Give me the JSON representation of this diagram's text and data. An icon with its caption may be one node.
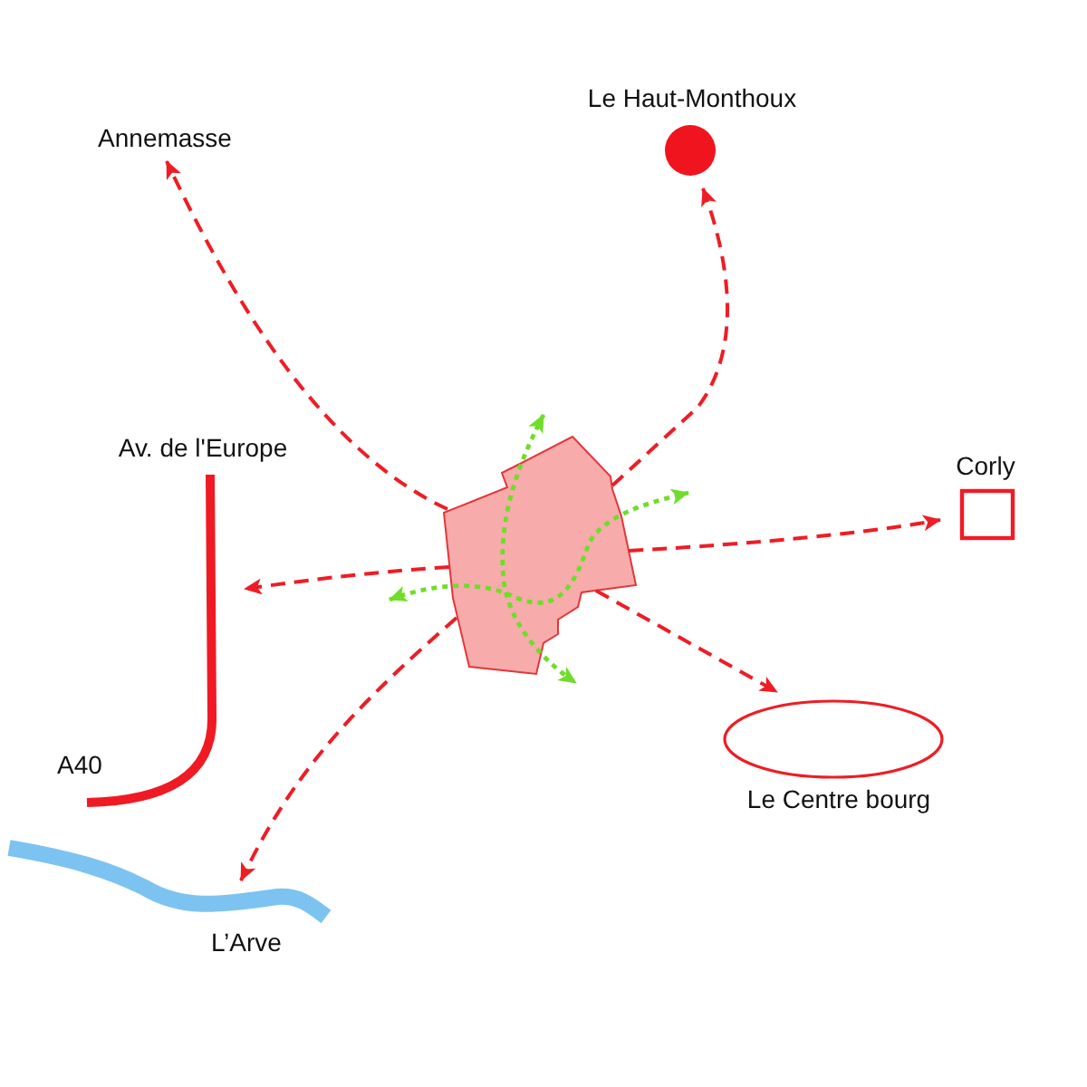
{
  "diagram": {
    "nodes": [
      {
        "text": [],
        "shape": "polygon"
      },
      {
        "text": [
          "Annemasse"
        ]
      },
      {
        "text": [
          "Le Haut-Monthoux"
        ]
      },
      {
        "text": [
          "Corly"
        ]
      },
      {
        "text": [
          "Le Centre bourg"
        ]
      },
      {
        "text": [
          "Av. de l'Europe",
          "A40"
        ]
      },
      {
        "text": [
          "L’Arve"
        ]
      }
    ],
    "edges": [
      {
        "from": 0,
        "to": 1,
        "arrow": "to",
        "style": "dashed"
      },
      {
        "from": 0,
        "to": 2,
        "arrow": "to",
        "style": "dashed"
      },
      {
        "from": 0,
        "to": 5,
        "arrow": "to",
        "style": "dashed"
      },
      {
        "from": 0,
        "to": 3,
        "arrow": "to",
        "style": "dashed"
      },
      {
        "from": 0,
        "to": 4,
        "arrow": "to",
        "style": "dashed"
      },
      {
        "from": 0,
        "to": 6,
        "arrow": "to",
        "style": "dashed"
      }
    ]
  }
}
